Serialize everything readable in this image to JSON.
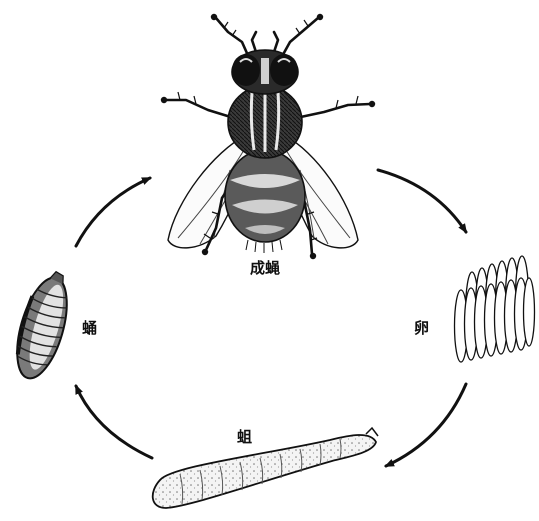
{
  "labels": {
    "adult": "成蝇",
    "egg": "卵",
    "larva": "蛆",
    "pupa": "蛹"
  }
}
